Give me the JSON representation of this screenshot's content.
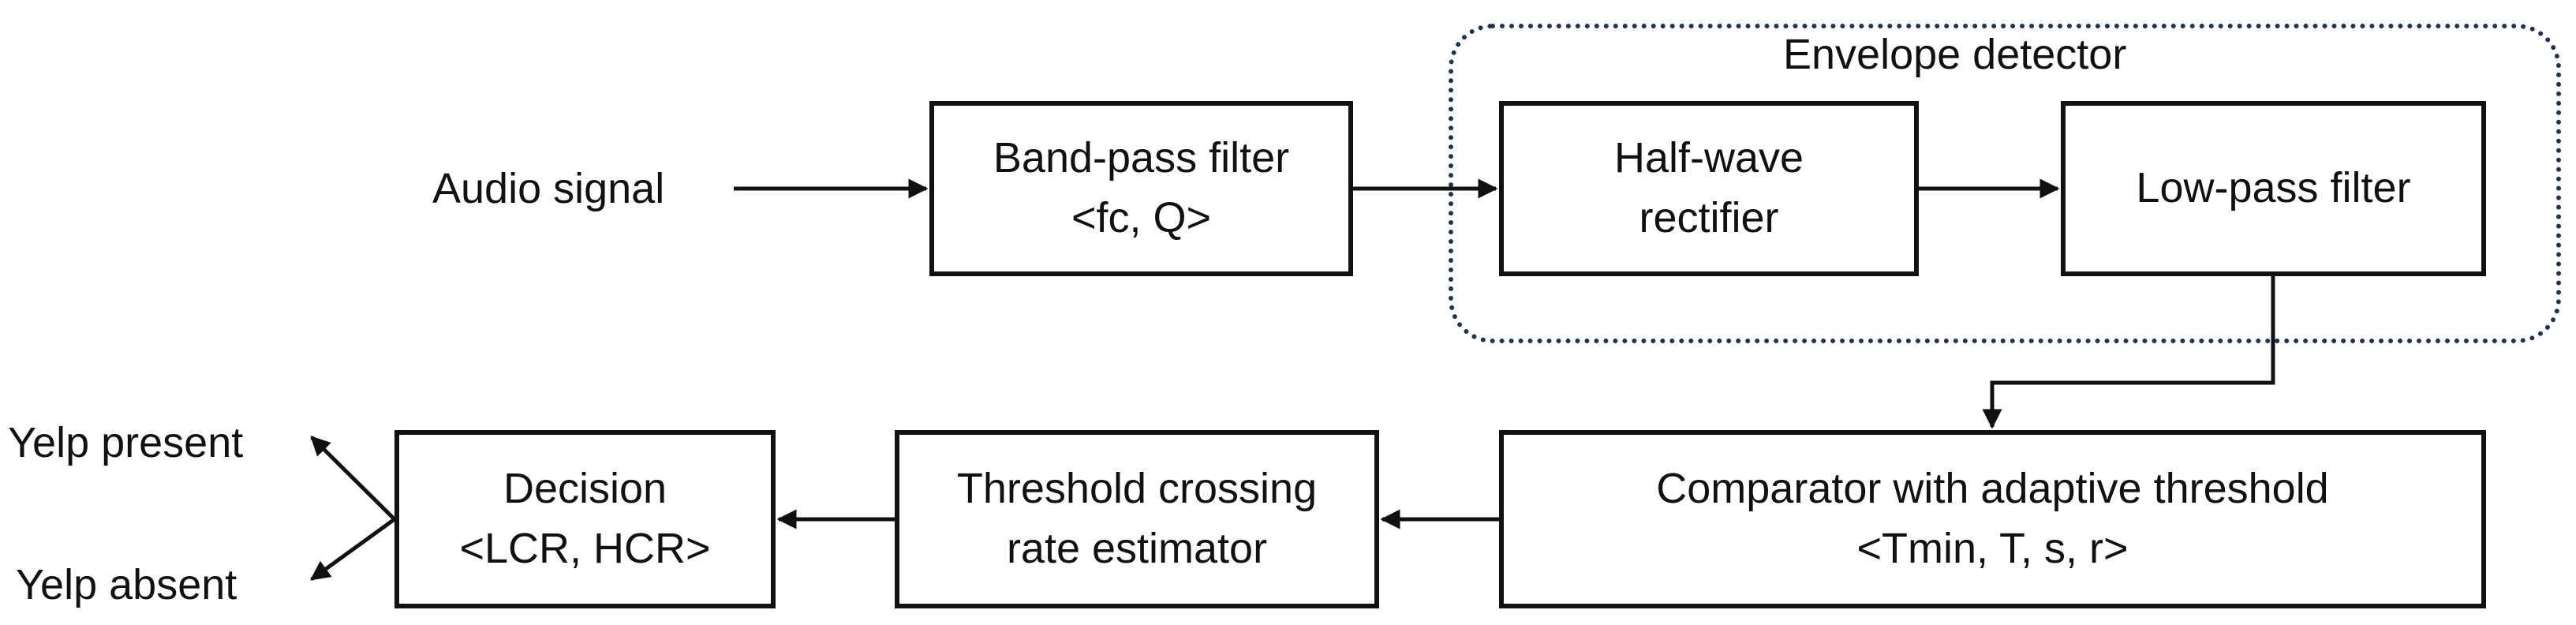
{
  "inputs": {
    "audio_signal": "Audio signal"
  },
  "envelope_group": {
    "title": "Envelope detector"
  },
  "blocks": {
    "bandpass": {
      "line1": "Band-pass filter",
      "line2": "<fc, Q>"
    },
    "halfwave": {
      "line1": "Half-wave",
      "line2": "rectifier"
    },
    "lowpass": {
      "line1": "Low-pass filter"
    },
    "comparator": {
      "line1": "Comparator with adaptive threshold",
      "line2": "<Tmin, T, s, r>"
    },
    "crossing": {
      "line1": "Threshold crossing",
      "line2": "rate estimator"
    },
    "decision": {
      "line1": "Decision",
      "line2": "<LCR, HCR>"
    }
  },
  "outputs": {
    "present": "Yelp present",
    "absent": "Yelp absent"
  }
}
